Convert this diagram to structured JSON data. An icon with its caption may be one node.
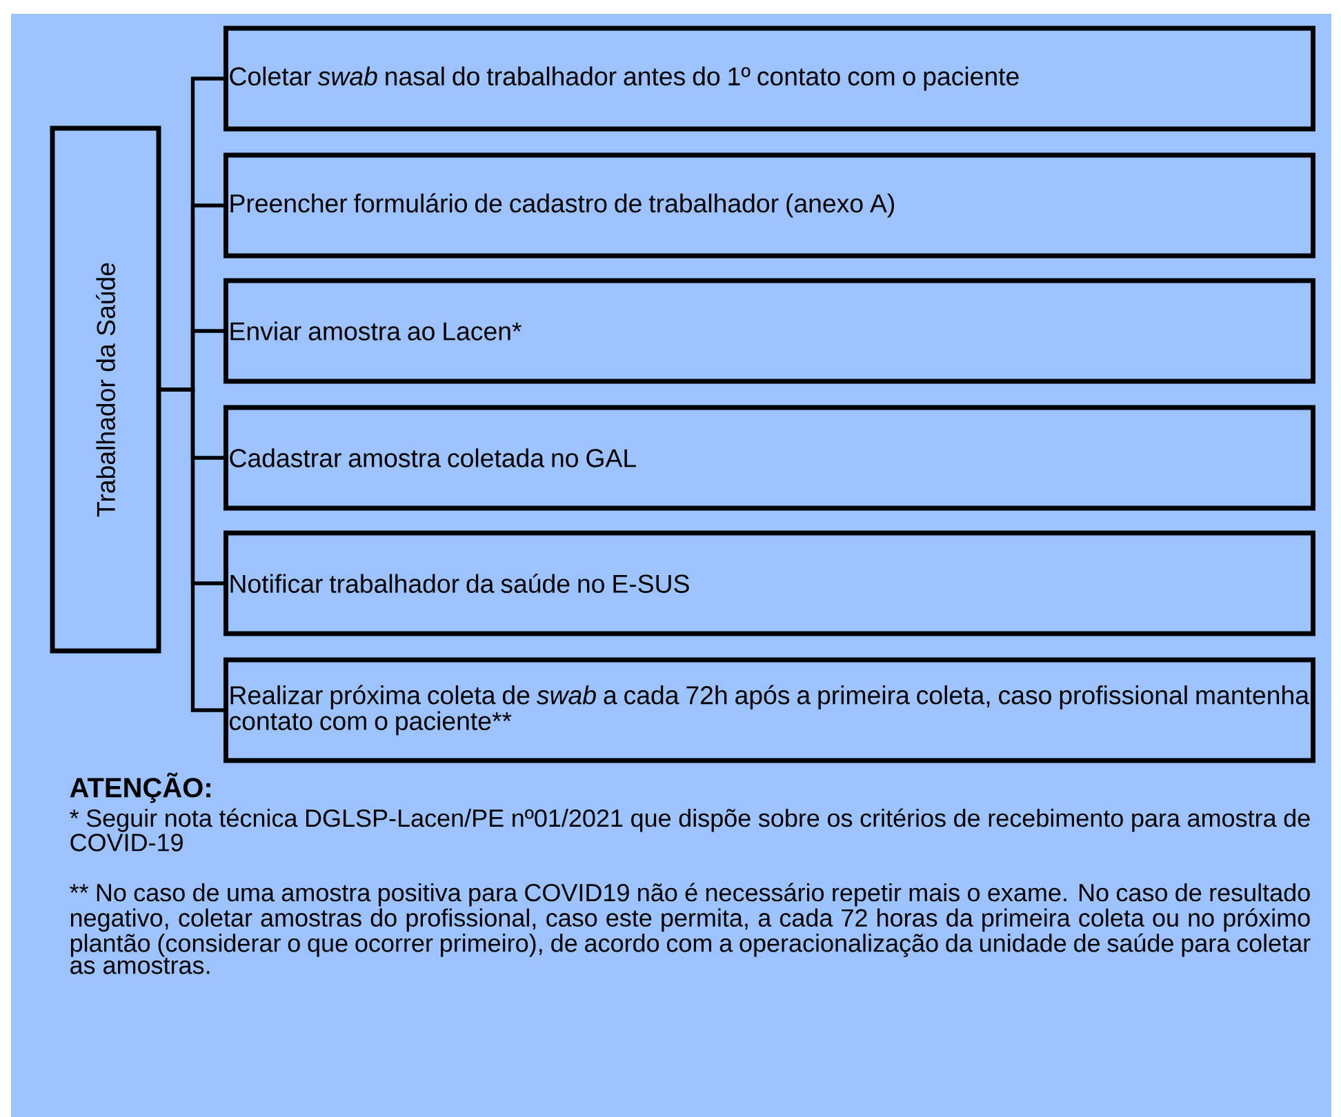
{
  "diagram": {
    "nodes": [
      {
        "text": [
          "Trabalhador da Saúde"
        ]
      },
      {
        "text": [
          "Coletar *swab* nasal do trabalhador antes do 1º contato com o paciente"
        ]
      },
      {
        "text": [
          "Preencher formulário de cadastro de trabalhador (anexo A)"
        ]
      },
      {
        "text": [
          "Enviar amostra ao Lacen*"
        ]
      },
      {
        "text": [
          "Cadastrar amostra coletada no GAL"
        ]
      },
      {
        "text": [
          "Notificar trabalhador da saúde no E-SUS"
        ]
      },
      {
        "text": [
          "Realizar próxima coleta de *swab* a cada 72h após a primeira coleta, caso profissional mantenha contato com o paciente**"
        ]
      }
    ],
    "edges": [
      {
        "from": 0,
        "to": 1,
        "arrow": "none"
      },
      {
        "from": 0,
        "to": 2,
        "arrow": "none"
      },
      {
        "from": 0,
        "to": 3,
        "arrow": "none"
      },
      {
        "from": 0,
        "to": 4,
        "arrow": "none"
      },
      {
        "from": 0,
        "to": 5,
        "arrow": "none"
      },
      {
        "from": 0,
        "to": 6,
        "arrow": "none"
      }
    ],
    "labels": [
      "ATENÇÃO:",
      "* Seguir nota técnica DGLSP-Lacen/PE nº01/2021 que dispõe sobre os critérios de recebimento para amostra de COVID-19",
      "** No caso de uma amostra positiva para COVID19 não é necessário repetir mais o exame. No caso de resultado negativo, coletar amostras do profissional, caso este permita, a cada 72 horas da primeira coleta ou no próximo plantão (considerar o que ocorrer primeiro), de acordo com a operacionalização da unidade de saúde para coletar as amostras."
    ]
  }
}
